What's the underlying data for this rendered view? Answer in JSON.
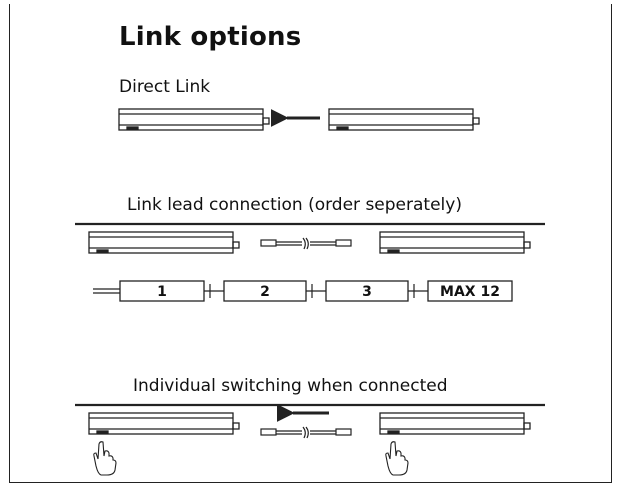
{
  "title": "Link options",
  "sections": {
    "direct": {
      "label": "Direct Link"
    },
    "lead": {
      "label": "Link lead connection (order seperately)"
    },
    "individual": {
      "label": "Individual switching when connected"
    }
  },
  "chain": [
    "1",
    "2",
    "3",
    "MAX 12"
  ],
  "colors": {
    "stroke": "#222222",
    "background": "#ffffff"
  }
}
